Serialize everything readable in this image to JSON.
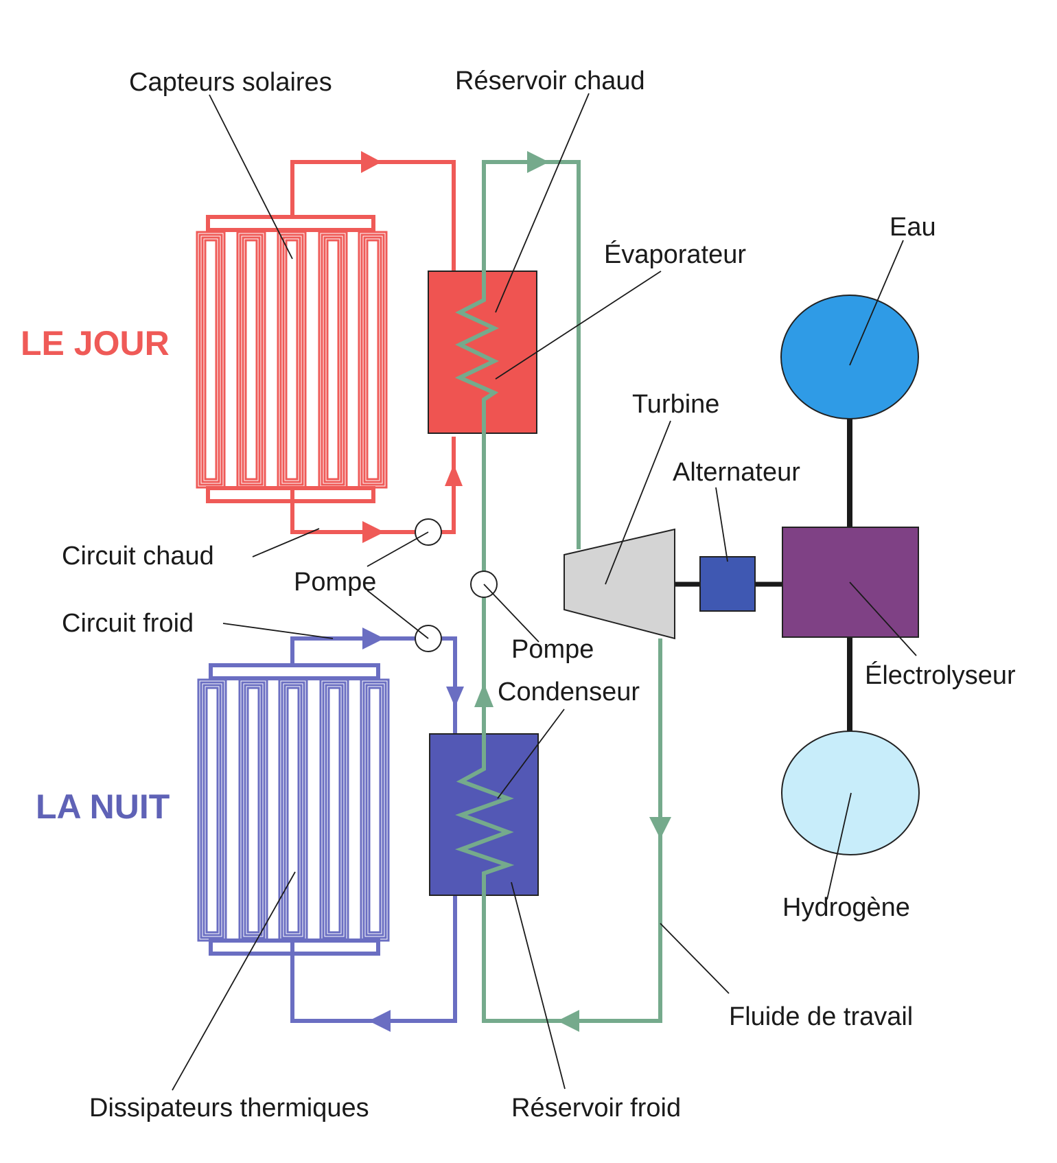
{
  "colors": {
    "hot": "#ef5a57",
    "hot_fill": "#ef5451",
    "cold": "#6a6ec2",
    "cold_fill": "#5358b5",
    "working_fluid": "#75aa8c",
    "day_text": "#ef5a57",
    "night_text": "#5f62b6",
    "water": "#2f9be6",
    "hydrogen": "#c8edfa",
    "electrolyzer": "#7f4185",
    "alternator": "#3f58b2",
    "turbine": "#d4d4d4"
  },
  "labels": {
    "capteurs": "Capteurs solaires",
    "reservoir_chaud": "Réservoir chaud",
    "evaporateur": "Évaporateur",
    "eau": "Eau",
    "le_jour": "LE JOUR",
    "turbine": "Turbine",
    "alternateur": "Alternateur",
    "circuit_chaud": "Circuit chaud",
    "pompe_1": "Pompe",
    "circuit_froid": "Circuit froid",
    "pompe_2": "Pompe",
    "condenseur": "Condenseur",
    "electrolyseur": "Électrolyseur",
    "la_nuit": "LA NUIT",
    "hydrogene": "Hydrogène",
    "fluide": "Fluide de travail",
    "dissipateurs": "Dissipateurs thermiques",
    "reservoir_froid": "Réservoir froid"
  }
}
